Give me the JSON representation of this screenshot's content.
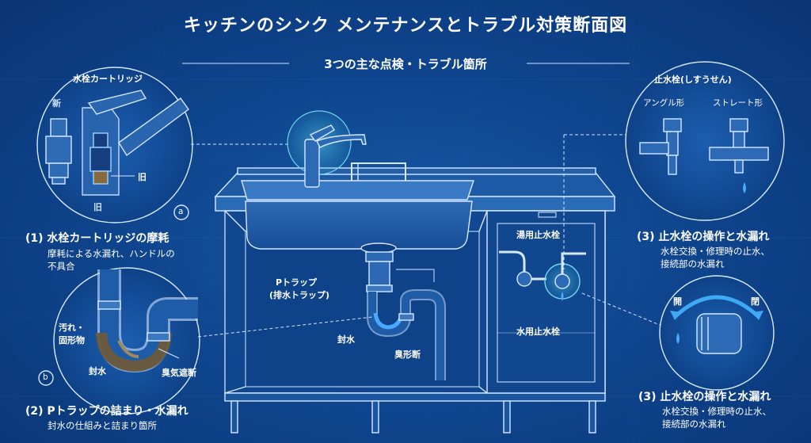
{
  "title": "キッチンのシンク メンテナンスとトラブル対策断面図",
  "subtitle": "3つの主な点検・トラブル箇所",
  "cartridge": {
    "inset_title": "水栓カートリッジ",
    "new_label": "新",
    "old_label_1": "旧",
    "old_label_2": "旧",
    "marker": "a",
    "heading": "(1) 水栓カートリッジの摩耗",
    "desc_line1": "摩耗による水漏れ、ハンドルの",
    "desc_line2": "不具合"
  },
  "trap": {
    "label_dirt_1": "汚れ・",
    "label_dirt_2": "固形物",
    "label_water": "封水",
    "label_odor": "臭気遮断",
    "marker": "b",
    "heading": "(2) Pトラップの詰まり・水漏れ",
    "desc": "封水の仕組みと詰まり箇所"
  },
  "sink": {
    "ptrap_label_1": "Pトラップ",
    "ptrap_label_2": "(排水トラップ)",
    "seal_label": "封水",
    "odor_label": "臭形断",
    "hot_valve": "湯用止水栓",
    "cold_valve": "水用止水栓"
  },
  "valve": {
    "inset_title": "止水栓(しすうせん)",
    "angle_label": "アングル形",
    "straight_label": "ストレート形",
    "heading": "(3) 止水栓の操作と水漏れ",
    "desc_line1": "水栓交換・修理時の止水、",
    "desc_line2": "接続部の水漏れ"
  },
  "knob": {
    "open_label": "開",
    "close_label": "閉",
    "heading": "(3) 止水栓の操作と水漏れ",
    "desc_line1": "水栓交換・修理時の止水、",
    "desc_line2": "接続部の水漏れ"
  },
  "colors": {
    "background": "#0f468f",
    "line": "#cfe3ff",
    "accent": "#3fa9f5",
    "water_drop": "#4aa8ff"
  }
}
